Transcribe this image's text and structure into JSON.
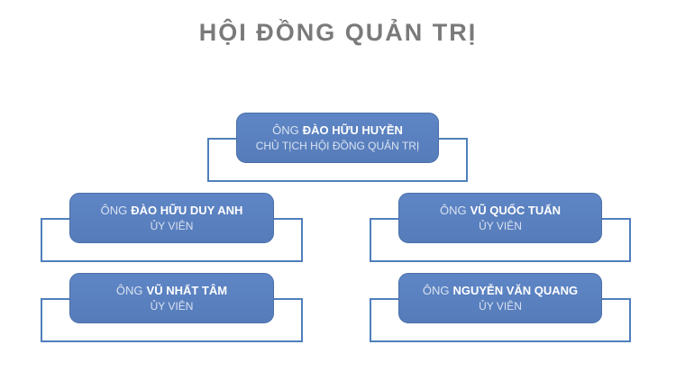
{
  "title": "HỘI ĐỒNG QUẢN TRỊ",
  "colors": {
    "box_fill_top": "#5e85c5",
    "box_fill_bottom": "#567cba",
    "box_border": "#4a6fa9",
    "bracket_line": "#4f7fbc",
    "title_text": "#7a7a7a",
    "name_text": "#ffffff",
    "secondary_text": "#d9e3f1"
  },
  "nodes": [
    {
      "prefix": "ÔNG",
      "name": "ĐÀO HỮU HUYỀN",
      "role": "CHỦ TỊCH HỘI ĐỒNG QUẢN TRỊ"
    },
    {
      "prefix": "ÔNG",
      "name": "ĐÀO HỮU DUY ANH",
      "role": "ỦY VIÊN"
    },
    {
      "prefix": "ÔNG",
      "name": "VŨ QUỐC TUẤN",
      "role": "ỦY VIÊN"
    },
    {
      "prefix": "ÔNG",
      "name": "VŨ NHẤT TÂM",
      "role": "ỦY VIÊN"
    },
    {
      "prefix": "ÔNG",
      "name": "NGUYỄN VĂN QUANG",
      "role": "ỦY VIÊN"
    }
  ]
}
